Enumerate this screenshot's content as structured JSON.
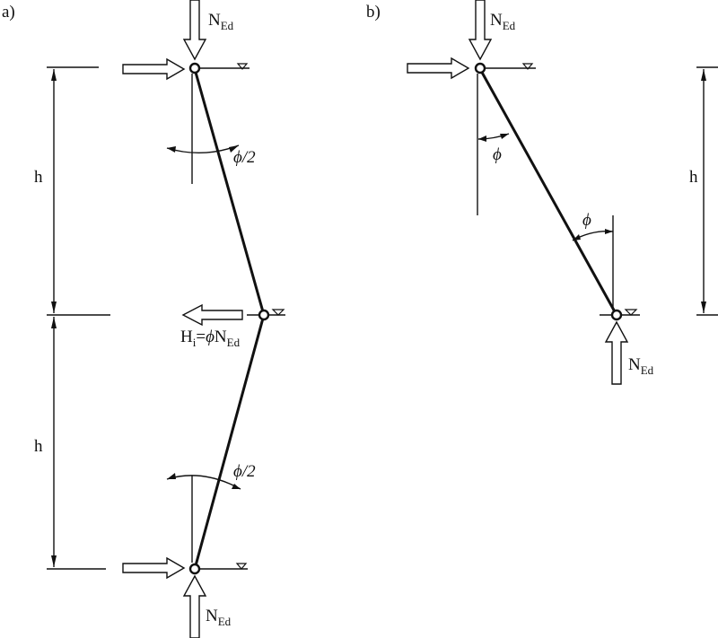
{
  "panel_a": {
    "label": "a)",
    "top_force": {
      "main": "N",
      "sub": "Ed"
    },
    "bottom_force": {
      "main": "N",
      "sub": "Ed"
    },
    "angle_top": "ϕ/2",
    "angle_bottom": "ϕ/2",
    "height_upper": "h",
    "height_lower": "h",
    "mid_force": {
      "p1": "H",
      "p1sub": "i",
      "p2": "=",
      "phi": "ϕ",
      "p3": "N",
      "p3sub": "Ed"
    }
  },
  "panel_b": {
    "label": "b)",
    "top_force": {
      "main": "N",
      "sub": "Ed"
    },
    "bottom_force": {
      "main": "N",
      "sub": "Ed"
    },
    "angle_top": "ϕ",
    "angle_bottom": "ϕ",
    "height": "h"
  }
}
